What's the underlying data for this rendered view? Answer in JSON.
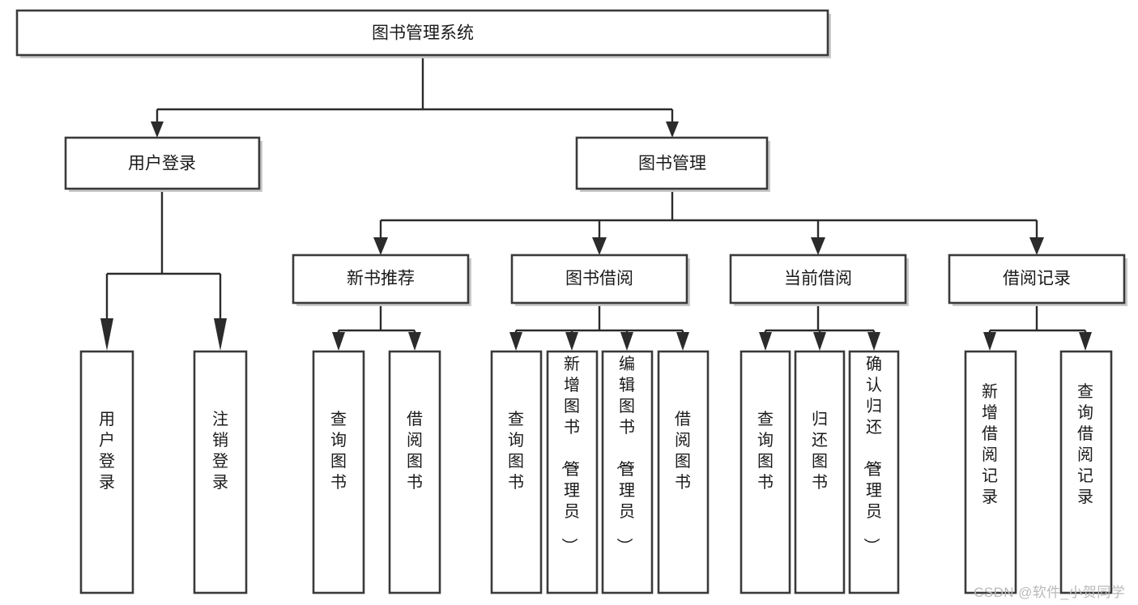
{
  "diagram": {
    "type": "tree-hierarchy",
    "title": "图书管理系统",
    "orientation": "top-down",
    "watermark": "CSDN @软件_小贺同学",
    "colors": {
      "box_fill": "#ffffff",
      "box_stroke": "#3a3a3a",
      "connector": "#2b2b2b",
      "text": "#1a1a1a",
      "watermark": "#b9b9b9"
    },
    "levels": {
      "root": "图书管理系统",
      "level2": [
        "用户登录",
        "图书管理"
      ],
      "level3": [
        "新书推荐",
        "图书借阅",
        "当前借阅",
        "借阅记录"
      ],
      "level4": [
        "用户登录",
        "注销登录",
        "查询图书",
        "借阅图书",
        "查询图书",
        "新增图书（管理员）",
        "编辑图书（管理员）",
        "借阅图书",
        "查询图书",
        "归还图书",
        "确认归还（管理员）",
        "新增借阅记录",
        "查询借阅记录"
      ]
    },
    "nodes": {
      "root": {
        "label": "图书管理系统",
        "orientation": "horizontal"
      },
      "user_login": {
        "label": "用户登录",
        "orientation": "horizontal"
      },
      "book_manage": {
        "label": "图书管理",
        "orientation": "horizontal"
      },
      "new_book_rec": {
        "label": "新书推荐",
        "orientation": "horizontal"
      },
      "book_borrow": {
        "label": "图书借阅",
        "orientation": "horizontal"
      },
      "current_borrow": {
        "label": "当前借阅",
        "orientation": "horizontal"
      },
      "borrow_record": {
        "label": "借阅记录",
        "orientation": "horizontal"
      },
      "leaf_user_login": {
        "label": "用户登录",
        "orientation": "vertical"
      },
      "leaf_logout": {
        "label": "注销登录",
        "orientation": "vertical"
      },
      "leaf_query_book_1": {
        "label": "查询图书",
        "orientation": "vertical"
      },
      "leaf_borrow_book_1": {
        "label": "借阅图书",
        "orientation": "vertical"
      },
      "leaf_query_book_2": {
        "label": "查询图书",
        "orientation": "vertical"
      },
      "leaf_add_book": {
        "label": "新增图书（管理员）",
        "orientation": "vertical"
      },
      "leaf_edit_book": {
        "label": "编辑图书（管理员）",
        "orientation": "vertical"
      },
      "leaf_borrow_book_2": {
        "label": "借阅图书",
        "orientation": "vertical"
      },
      "leaf_query_book_3": {
        "label": "查询图书",
        "orientation": "vertical"
      },
      "leaf_return_book": {
        "label": "归还图书",
        "orientation": "vertical"
      },
      "leaf_confirm_return": {
        "label": "确认归还（管理员）",
        "orientation": "vertical"
      },
      "leaf_add_record": {
        "label": "新增借阅记录",
        "orientation": "vertical"
      },
      "leaf_query_record": {
        "label": "查询借阅记录",
        "orientation": "vertical"
      }
    },
    "edges": [
      {
        "from": "图书管理系统",
        "to": "用户登录"
      },
      {
        "from": "图书管理系统",
        "to": "图书管理"
      },
      {
        "from": "用户登录",
        "to": "用户登录"
      },
      {
        "from": "用户登录",
        "to": "注销登录"
      },
      {
        "from": "图书管理",
        "to": "新书推荐"
      },
      {
        "from": "图书管理",
        "to": "图书借阅"
      },
      {
        "from": "图书管理",
        "to": "当前借阅"
      },
      {
        "from": "图书管理",
        "to": "借阅记录"
      },
      {
        "from": "新书推荐",
        "to": "查询图书"
      },
      {
        "from": "新书推荐",
        "to": "借阅图书"
      },
      {
        "from": "图书借阅",
        "to": "查询图书"
      },
      {
        "from": "图书借阅",
        "to": "新增图书（管理员）"
      },
      {
        "from": "图书借阅",
        "to": "编辑图书（管理员）"
      },
      {
        "from": "图书借阅",
        "to": "借阅图书"
      },
      {
        "from": "当前借阅",
        "to": "查询图书"
      },
      {
        "from": "当前借阅",
        "to": "归还图书"
      },
      {
        "from": "当前借阅",
        "to": "确认归还（管理员）"
      },
      {
        "from": "借阅记录",
        "to": "新增借阅记录"
      },
      {
        "from": "借阅记录",
        "to": "查询借阅记录"
      }
    ]
  }
}
